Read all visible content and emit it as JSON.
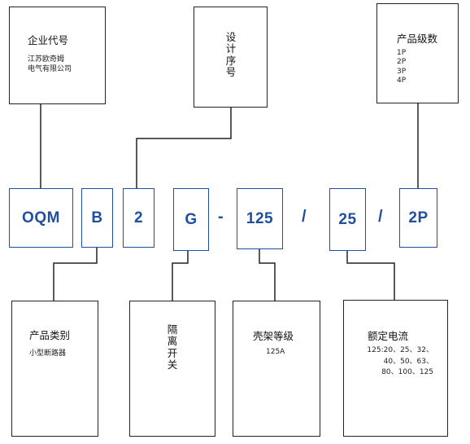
{
  "code_segments": [
    "OQM",
    "B",
    "2",
    "G",
    "125",
    "25",
    "2P"
  ],
  "separators": [
    "-",
    "/",
    "/"
  ],
  "enterprise": {
    "title": "企业代号",
    "lines": [
      "江苏欧奇姆",
      "电气有限公司"
    ]
  },
  "design_no": {
    "title": "设计序号"
  },
  "poles": {
    "title": "产品级数",
    "options": [
      "1P",
      "2P",
      "3P",
      "4P"
    ]
  },
  "category": {
    "title": "产品类别",
    "detail": "小型断路器"
  },
  "isolator": {
    "title": "隔离开关"
  },
  "frame": {
    "title": "壳架等级",
    "detail": "125A"
  },
  "rated_current": {
    "title": "额定电流",
    "lines": [
      "125:20、25、32、",
      "40、50、63、",
      "80、100、125"
    ]
  },
  "colors": {
    "code_accent": "#1f4f9e",
    "line": "#222222"
  }
}
